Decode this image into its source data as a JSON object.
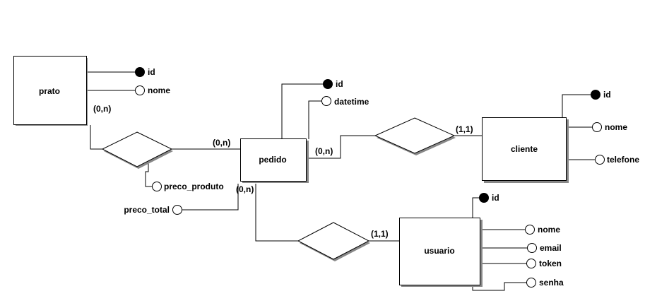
{
  "entities": {
    "prato": {
      "label": "prato",
      "attributes": {
        "id": "id",
        "nome": "nome"
      }
    },
    "pedido": {
      "label": "pedido",
      "attributes": {
        "id": "id",
        "datetime": "datetime"
      }
    },
    "cliente": {
      "label": "cliente",
      "attributes": {
        "id": "id",
        "nome": "nome",
        "telefone": "telefone"
      }
    },
    "usuario": {
      "label": "usuario",
      "attributes": {
        "id": "id",
        "nome": "nome",
        "email": "email",
        "token": "token",
        "senha": "senha"
      }
    }
  },
  "relationships": {
    "prato_pedido": {
      "attributes": {
        "preco_produto": "preco_produto",
        "preco_total": "preco_total"
      },
      "cardinality_prato": "(0,n)",
      "cardinality_pedido": "(0,n)"
    },
    "pedido_cliente": {
      "cardinality_pedido": "(0,n)",
      "cardinality_cliente": "(1,1)"
    },
    "pedido_usuario": {
      "cardinality_pedido": "(0,n)",
      "cardinality_usuario": "(1,1)"
    }
  },
  "colors": {
    "line": "#000000",
    "shadow": "#888888",
    "fill": "#ffffff",
    "key_attribute": "#000000"
  }
}
